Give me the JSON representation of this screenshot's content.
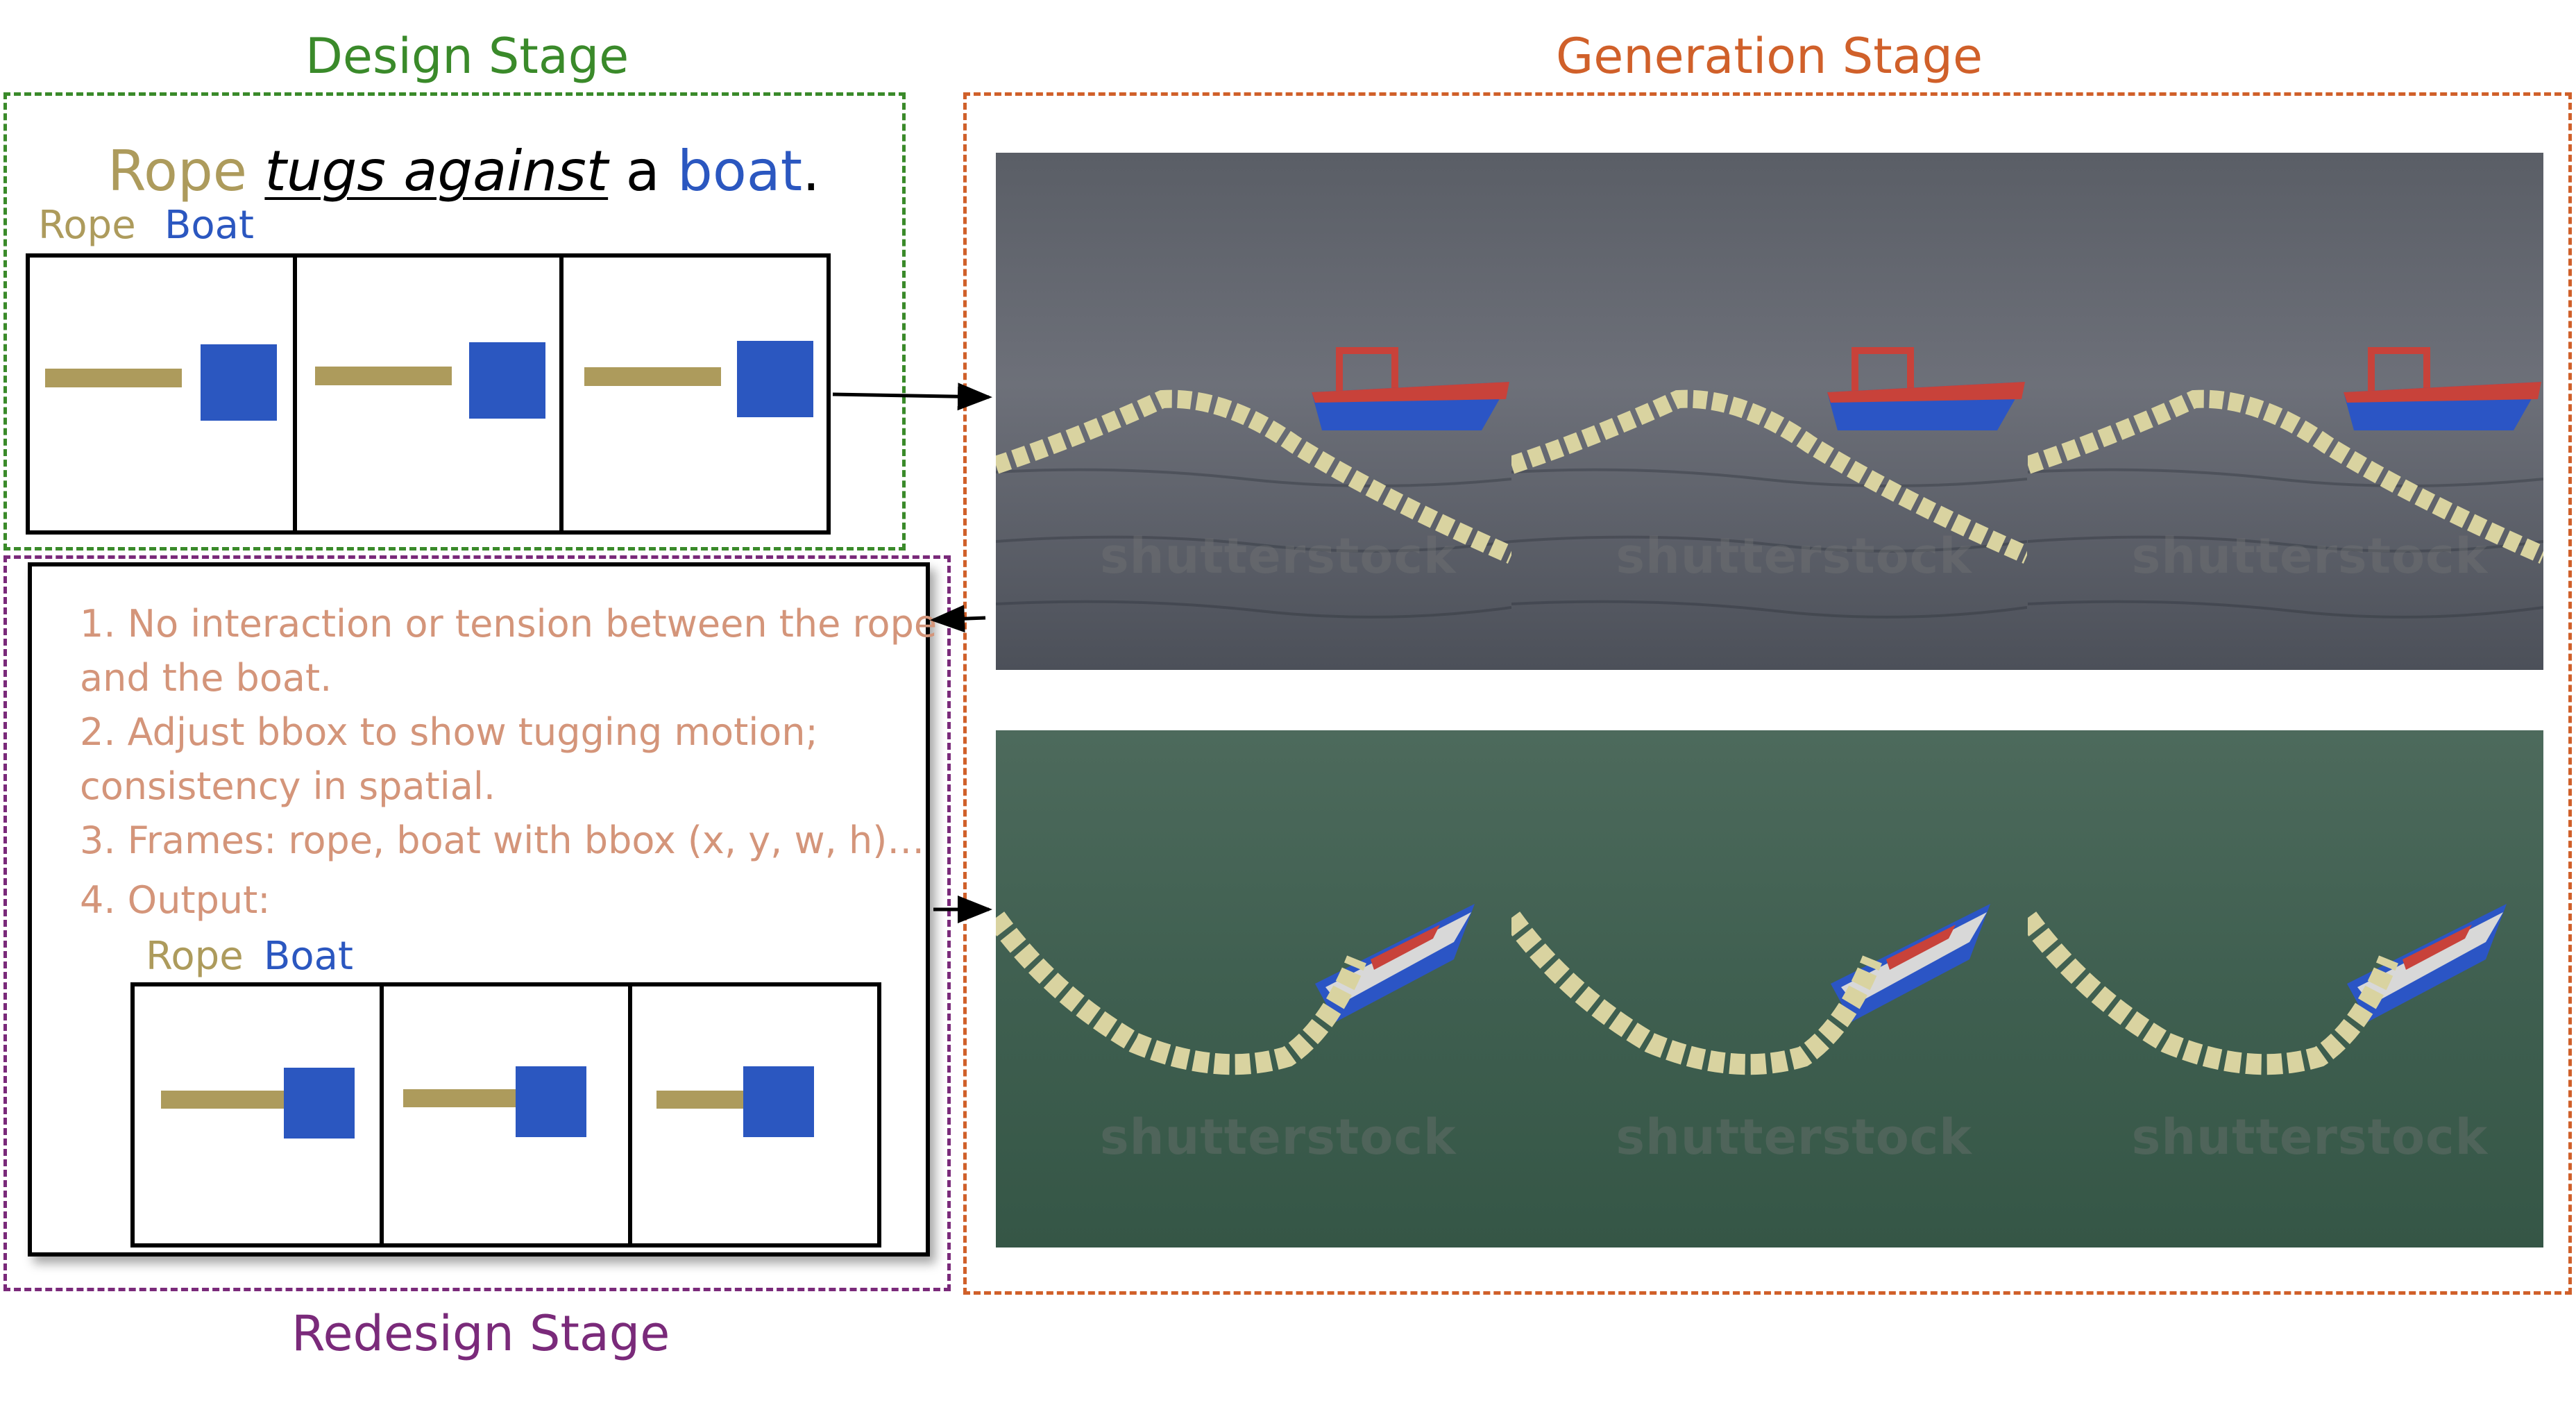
{
  "titles": {
    "design": "Design Stage",
    "generation": "Generation Stage",
    "redesign": "Redesign Stage"
  },
  "prompt": {
    "subject": "Rope",
    "verb": "tugs against",
    "article": "a",
    "object": "boat",
    "period": "."
  },
  "legend": {
    "rope": "Rope",
    "boat": "Boat"
  },
  "feedback": {
    "lines": [
      "1. No interaction or tension between the rope",
      "and the boat.",
      "2. Adjust bbox to show tugging motion;",
      "consistency in spatial.",
      "3. Frames: rope, boat with bbox (x, y, w, h)…",
      "4. Output:"
    ]
  },
  "watermark": "shutterstock",
  "colors": {
    "design_border": "#3a8a2a",
    "generation_border": "#d0602a",
    "redesign_border": "#7a2a7a",
    "rope": "#ad9b5c",
    "boat": "#2b57c0",
    "feedback_text": "#d4957a"
  }
}
